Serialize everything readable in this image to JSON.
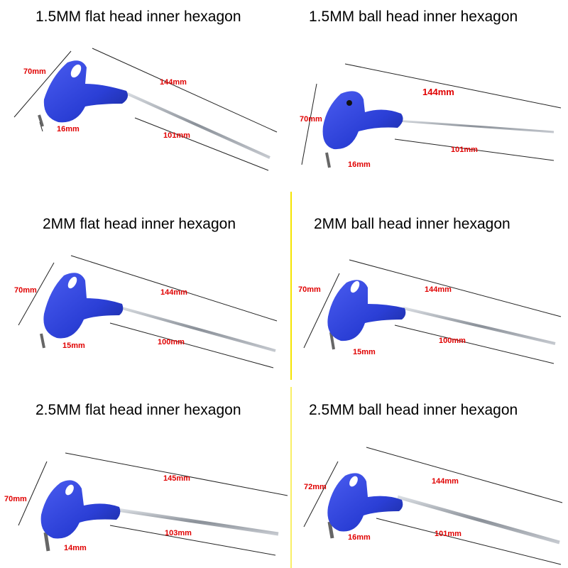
{
  "products": [
    {
      "title": "1.5MM flat head inner hexagon",
      "height": "70mm",
      "length": "144mm",
      "shaft": "101mm",
      "short": "16mm"
    },
    {
      "title": "1.5MM ball head inner hexagon",
      "height": "70mm",
      "length": "144mm",
      "shaft": "101mm",
      "short": "16mm"
    },
    {
      "title": "2MM flat head inner hexagon",
      "height": "70mm",
      "length": "144mm",
      "shaft": "100mm",
      "short": "15mm"
    },
    {
      "title": "2MM ball head inner hexagon",
      "height": "70mm",
      "length": "144mm",
      "shaft": "100mm",
      "short": "15mm"
    },
    {
      "title": "2.5MM flat head inner hexagon",
      "height": "70mm",
      "length": "145mm",
      "shaft": "103mm",
      "short": "14mm"
    },
    {
      "title": "2.5MM ball head inner hexagon",
      "height": "72mm",
      "length": "144mm",
      "shaft": "101mm",
      "short": "16mm"
    }
  ],
  "colors": {
    "handle": "#2b3fd6",
    "handle_dark": "#1a2a9a",
    "dimension_text": "#e00000",
    "divider": "#f5e400"
  }
}
